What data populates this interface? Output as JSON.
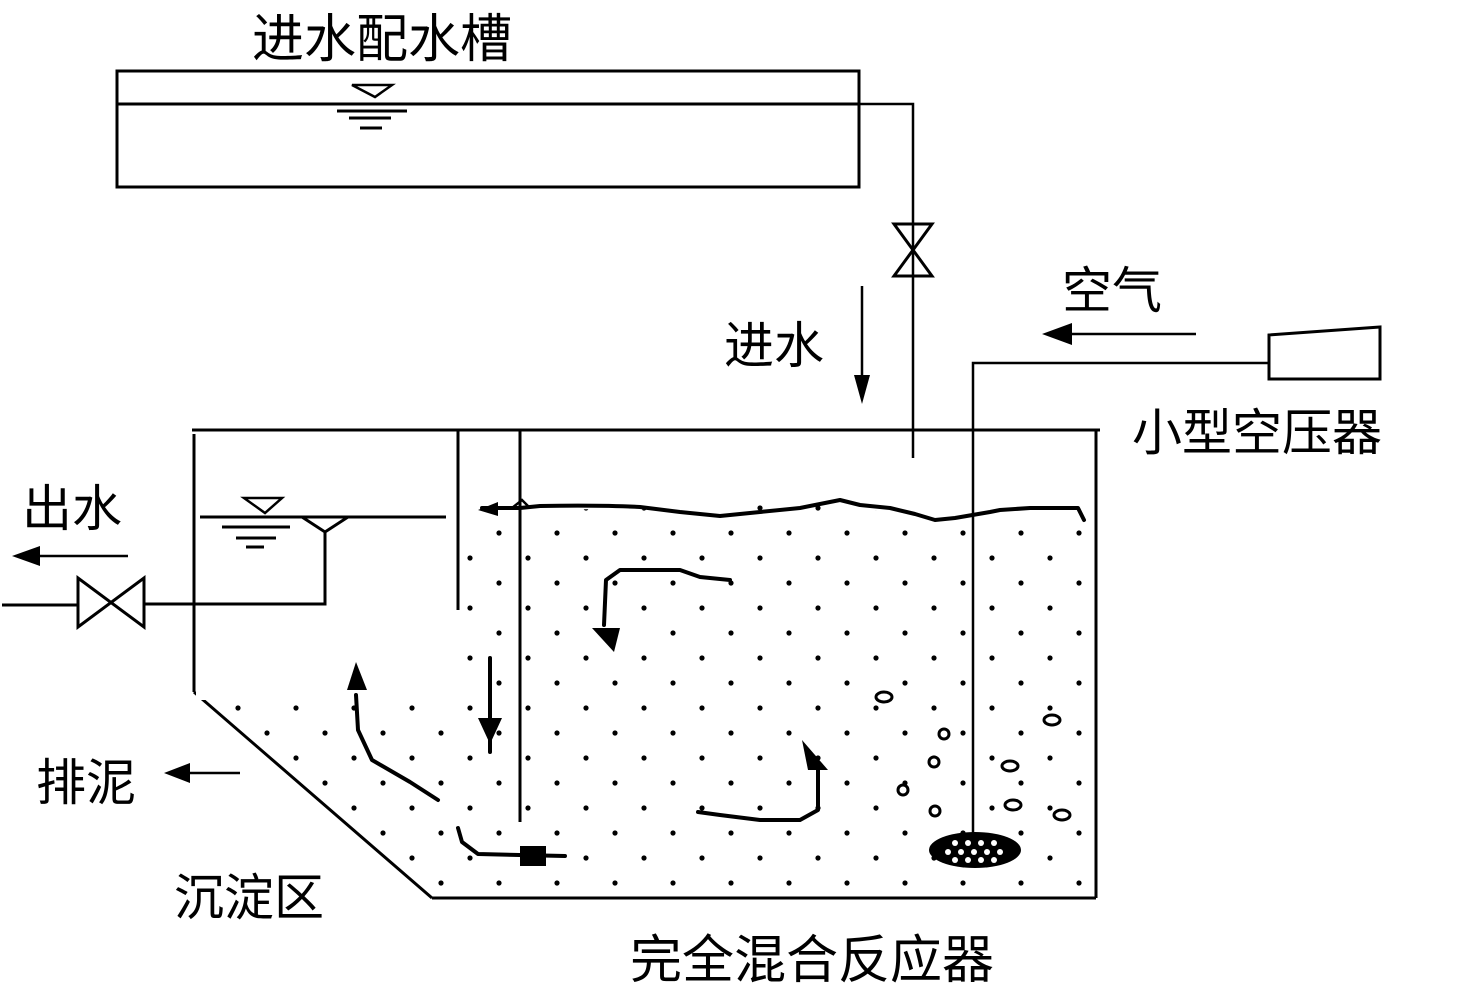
{
  "diagram": {
    "title": "完全混合反应器",
    "labels": {
      "feed_tank": "进水配水槽",
      "inflow": "进水",
      "air": "空气",
      "compressor": "小型空压器",
      "outflow": "出水",
      "sludge_discharge": "排泥",
      "settling_zone": "沉淀区",
      "reactor": "完全混合反应器"
    },
    "components": [
      {
        "id": "feed-tank",
        "name": "进水配水槽"
      },
      {
        "id": "inlet-valve",
        "name": "进水阀"
      },
      {
        "id": "air-compressor",
        "name": "小型空压器"
      },
      {
        "id": "aerator",
        "name": "曝气头"
      },
      {
        "id": "settling-zone",
        "name": "沉淀区"
      },
      {
        "id": "reaction-zone",
        "name": "完全混合反应器"
      },
      {
        "id": "outlet-valve",
        "name": "出水阀"
      }
    ],
    "colors": {
      "stroke": "#000000",
      "background": "#ffffff"
    }
  }
}
